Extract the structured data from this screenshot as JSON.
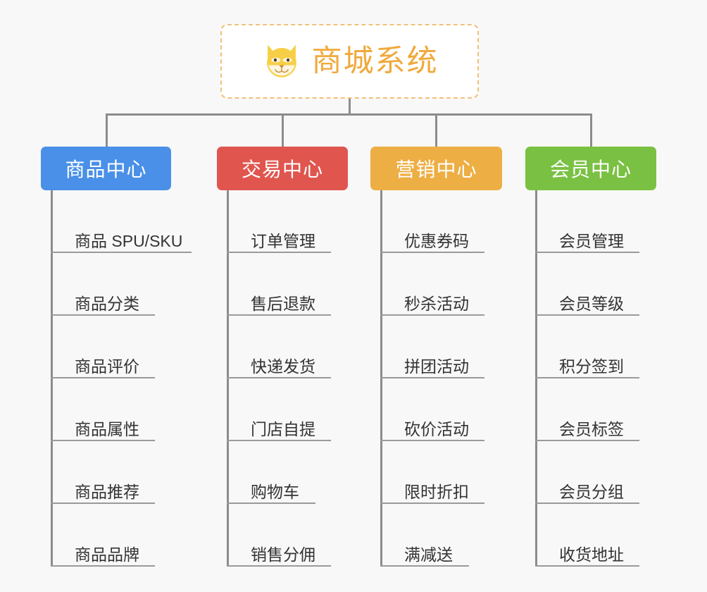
{
  "root": {
    "icon": "shiba-dog-face-icon",
    "title": "商城系统",
    "title_color": "#f0a93c",
    "border_color": "#f2c078"
  },
  "connector_color": "#8c8c8c",
  "columns": [
    {
      "title": "商品中心",
      "color": "#4a90e8",
      "items": [
        {
          "label": "商品 SPU/SKU",
          "rule_width": 200
        },
        {
          "label": "商品分类",
          "rule_width": 148
        },
        {
          "label": "商品评价",
          "rule_width": 148
        },
        {
          "label": "商品属性",
          "rule_width": 148
        },
        {
          "label": "商品推荐",
          "rule_width": 148
        },
        {
          "label": "商品品牌",
          "rule_width": 148
        }
      ]
    },
    {
      "title": "交易中心",
      "color": "#e0564f",
      "items": [
        {
          "label": "订单管理",
          "rule_width": 148
        },
        {
          "label": "售后退款",
          "rule_width": 148
        },
        {
          "label": "快递发货",
          "rule_width": 148
        },
        {
          "label": "门店自提",
          "rule_width": 148
        },
        {
          "label": "购物车",
          "rule_width": 126
        },
        {
          "label": "销售分佣",
          "rule_width": 148
        }
      ]
    },
    {
      "title": "营销中心",
      "color": "#edae43",
      "items": [
        {
          "label": "优惠券码",
          "rule_width": 148
        },
        {
          "label": "秒杀活动",
          "rule_width": 148
        },
        {
          "label": "拼团活动",
          "rule_width": 148
        },
        {
          "label": "砍价活动",
          "rule_width": 148
        },
        {
          "label": "限时折扣",
          "rule_width": 148
        },
        {
          "label": "满减送",
          "rule_width": 126
        }
      ]
    },
    {
      "title": "会员中心",
      "color": "#7ac143",
      "items": [
        {
          "label": "会员管理",
          "rule_width": 148
        },
        {
          "label": "会员等级",
          "rule_width": 148
        },
        {
          "label": "积分签到",
          "rule_width": 148
        },
        {
          "label": "会员标签",
          "rule_width": 148
        },
        {
          "label": "会员分组",
          "rule_width": 148
        },
        {
          "label": "收货地址",
          "rule_width": 148
        }
      ]
    }
  ]
}
